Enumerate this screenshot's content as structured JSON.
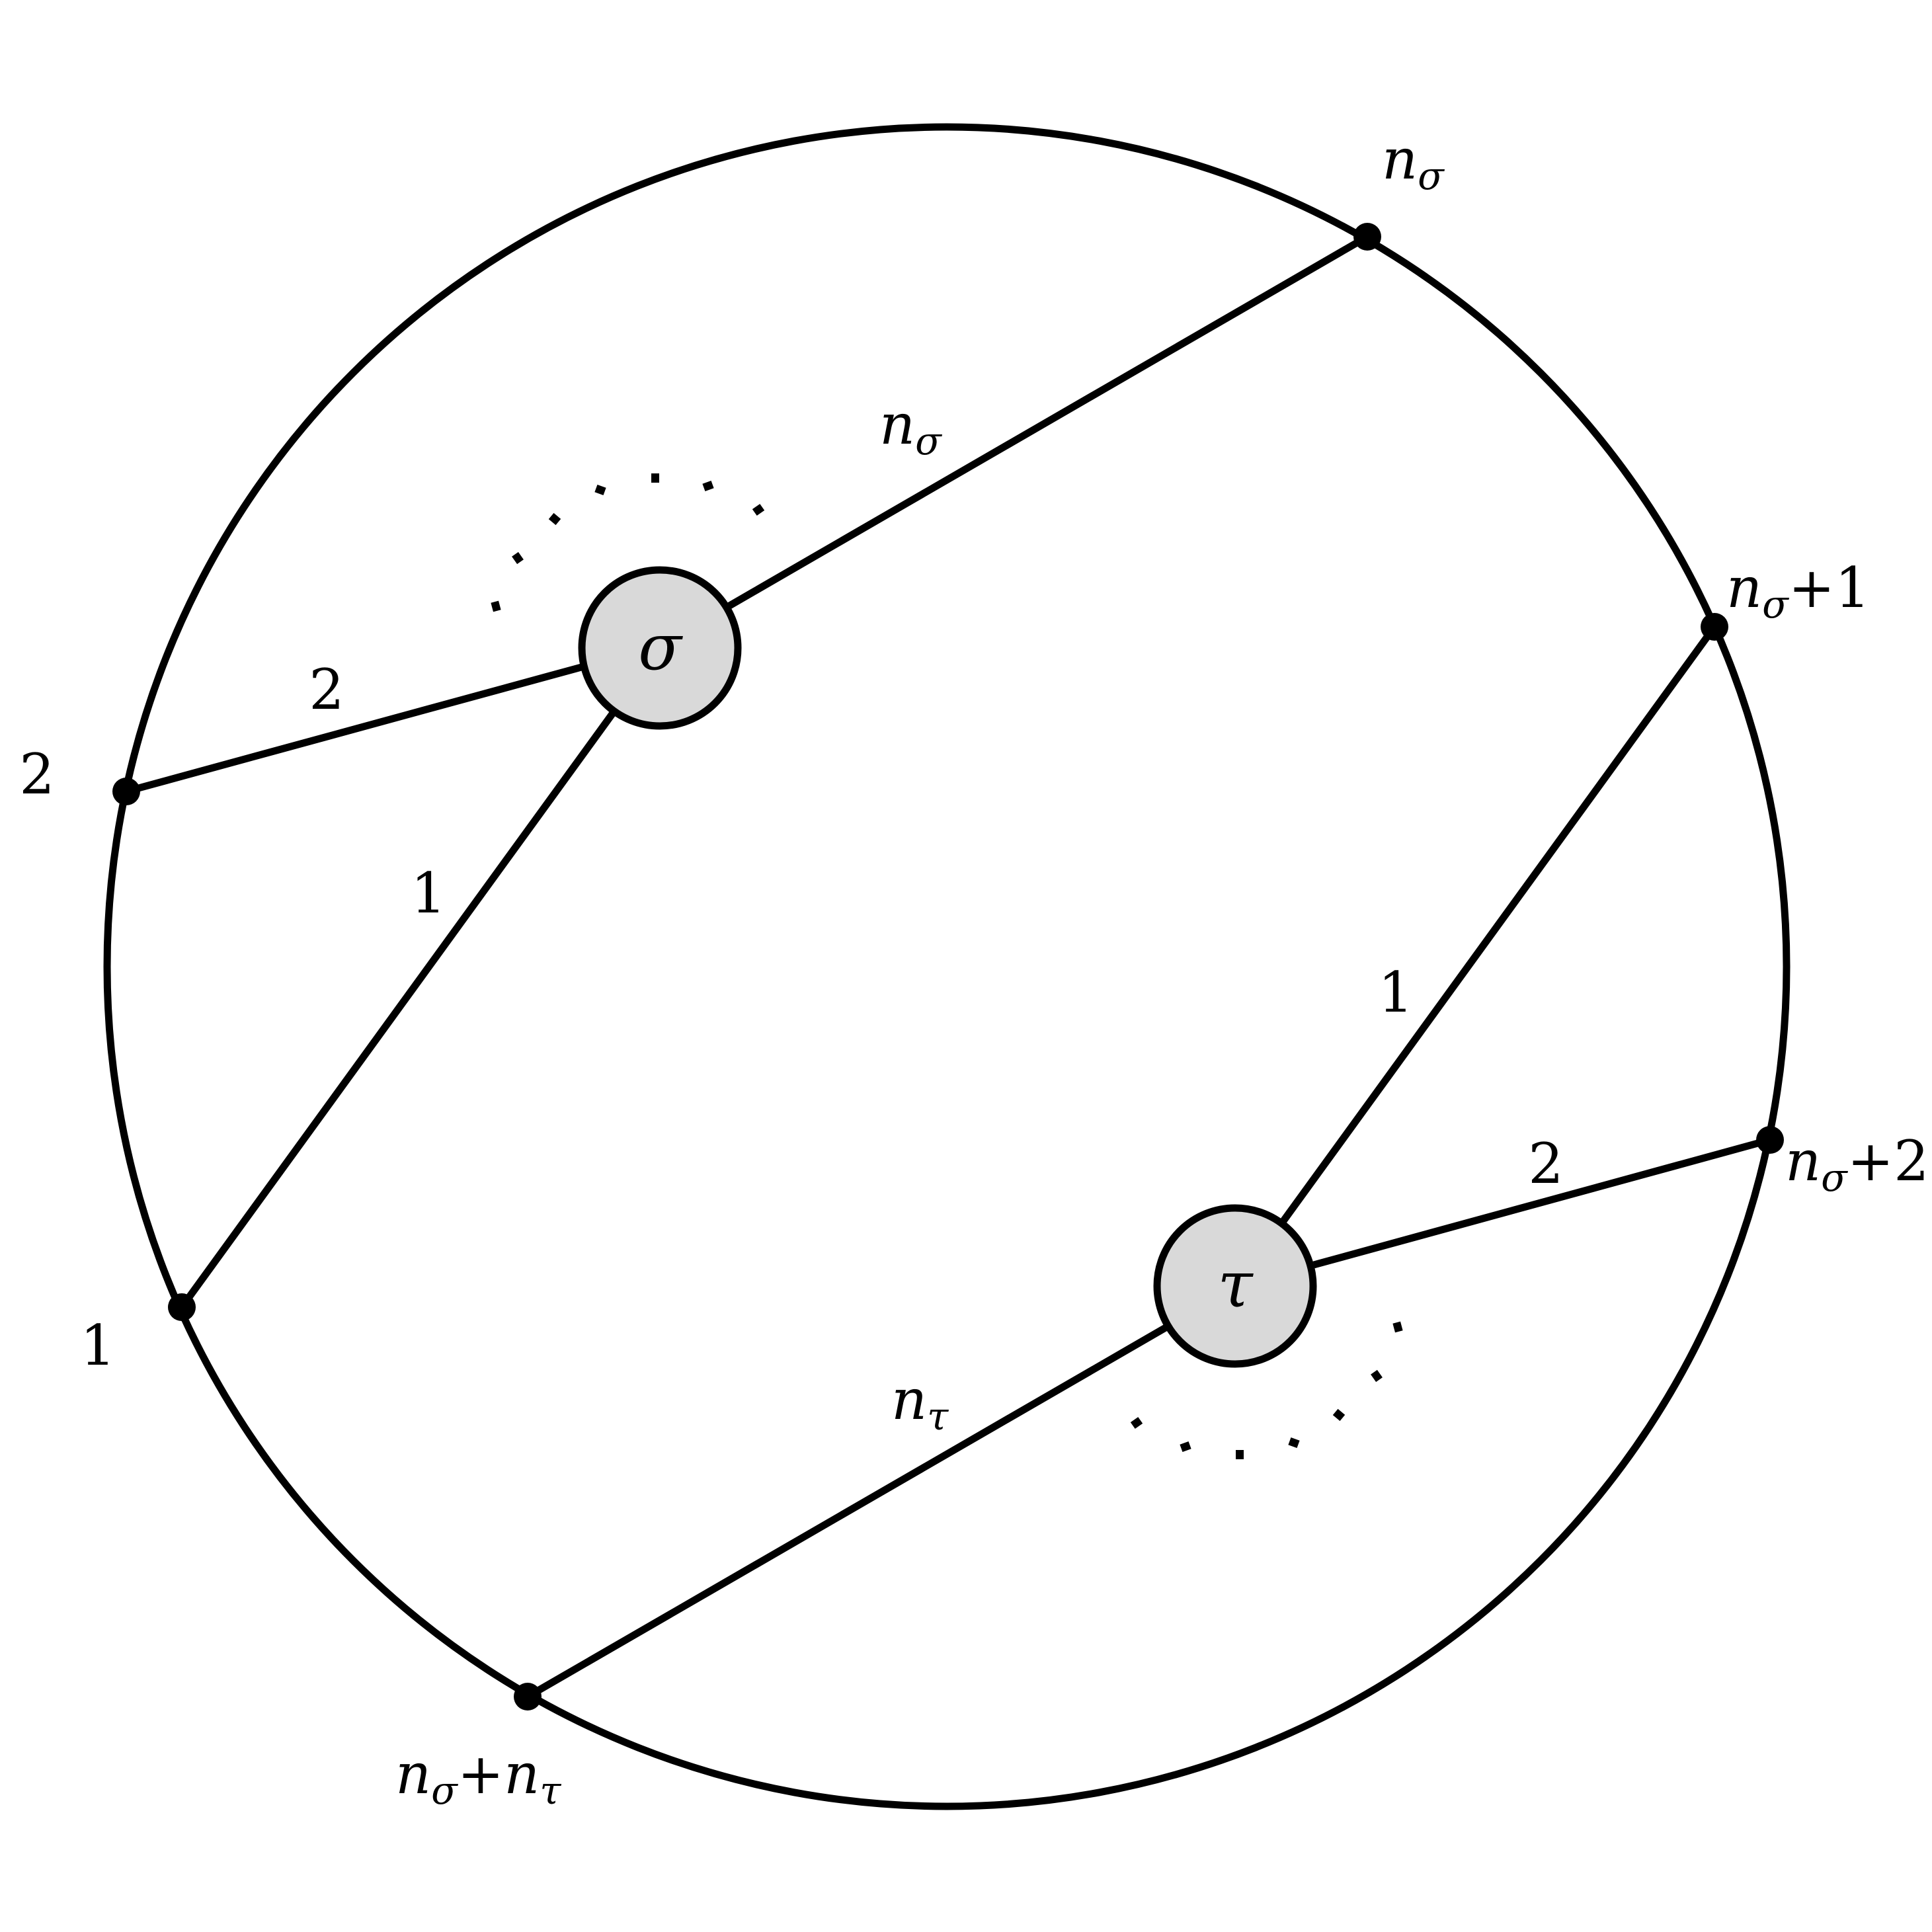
{
  "diagram": {
    "nodes": {
      "sigma": {
        "symbol": "σ"
      },
      "tau": {
        "symbol": "τ"
      }
    },
    "boundary_labels": {
      "point_1": "1",
      "point_2": "2",
      "point_n_sigma": {
        "base": "n",
        "sub": "σ"
      },
      "point_n_sigma_plus_1": {
        "base": "n",
        "sub": "σ",
        "rest": "+1"
      },
      "point_n_sigma_plus_2": {
        "base": "n",
        "sub": "σ",
        "rest": "+2"
      },
      "point_n_sigma_plus_n_tau": {
        "base": "n",
        "sub": "σ",
        "plus": "+",
        "base2": "n",
        "sub2": "τ"
      }
    },
    "edge_labels": {
      "sigma_1": "1",
      "sigma_2": "2",
      "sigma_n": {
        "base": "n",
        "sub": "σ"
      },
      "tau_1": "1",
      "tau_2": "2",
      "tau_n": {
        "base": "n",
        "sub": "τ"
      }
    }
  }
}
